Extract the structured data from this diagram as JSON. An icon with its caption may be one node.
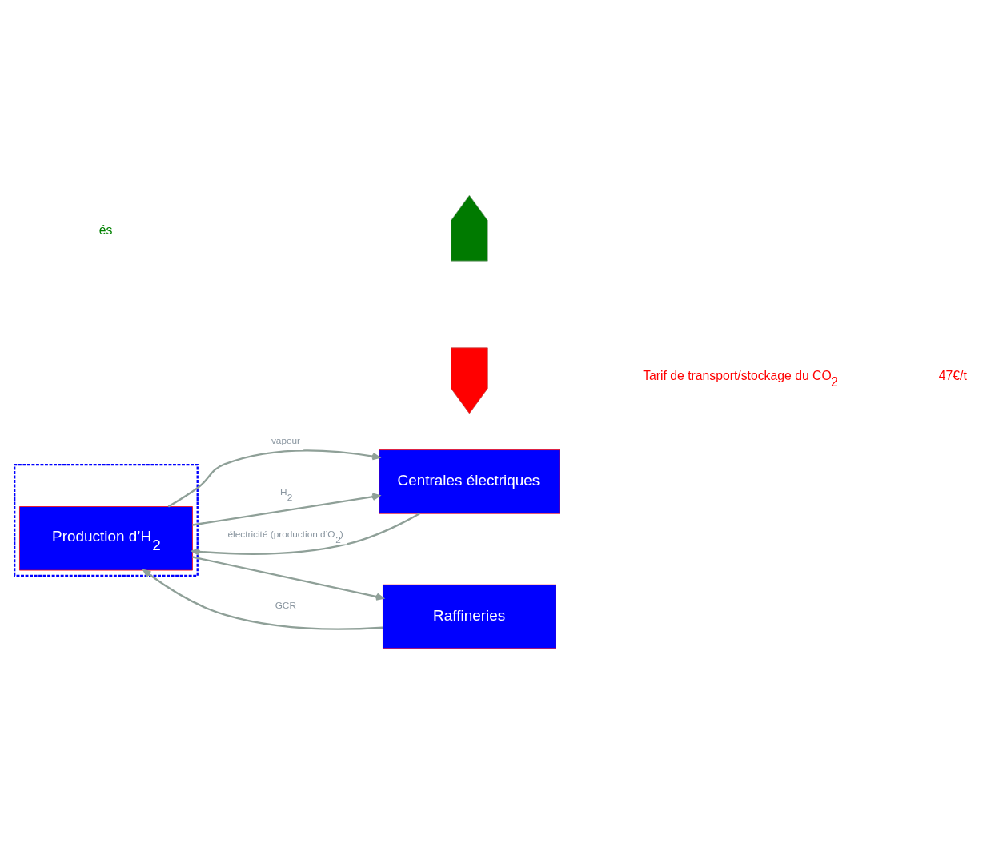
{
  "diagram": {
    "nodes": [
      {
        "text": [],
        "shape": "box"
      },
      {
        "text": [
          "Production d’H$_{2}$"
        ],
        "in": 0
      },
      {
        "text": [
          "Centrales électriques"
        ]
      },
      {
        "text": [
          "Raffineries"
        ]
      },
      {
        "text": [],
        "shape": "arrow"
      },
      {
        "text": [],
        "shape": "arrow"
      }
    ],
    "edges": [
      {
        "from": 2,
        "to": 1,
        "arrow": "to",
        "label": "électricité (production d’O$_{2}$)"
      },
      {
        "from": 1,
        "to": 2,
        "arrow": "to",
        "label": "vapeur"
      },
      {
        "from": 1,
        "to": 2,
        "arrow": "to",
        "label": "H$_{2}$"
      },
      {
        "from": 1,
        "to": 3,
        "arrow": "to"
      },
      {
        "from": 3,
        "to": 1,
        "arrow": "to",
        "label": "GCR"
      }
    ],
    "labels": [
      "és",
      "Tarif de transport/stockage du CO$_{2}$",
      "47€/t"
    ]
  }
}
